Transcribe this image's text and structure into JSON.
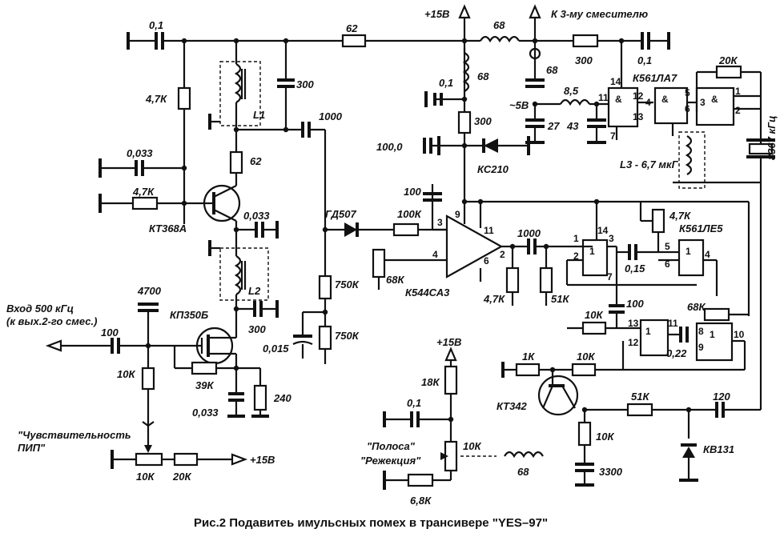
{
  "diagram": {
    "caption": "Рис.2 Подавитеь имульсных помех в трансивере \"YES–97\"",
    "supply": {
      "plus15_top": "+15В",
      "plus15_mid": "+15В",
      "plus15_left": "+15В",
      "minus5": "~5В"
    },
    "signals": {
      "to_mixer": "К 3-му смесителю",
      "input_line1": "Вход 500 кГц",
      "input_line2": "(к вых.2-го смес.)",
      "sens_line1": "\"Чувствительность",
      "sens_line2": "ПИП\"",
      "band_line1": "\"Полоса\"",
      "band_line2": "\"Режекция\""
    },
    "components": {
      "c_in_top": "0,1",
      "r_bias_top": "4,7К",
      "c_0033_a": "0,033",
      "r_47k_b": "4,7К",
      "coil_l1": "L1",
      "c_300_l1": "300",
      "r_62_top": "62",
      "r_62_em": "62",
      "c_1000_top": "1000",
      "q1": "КТ368А",
      "c_0033_b": "0,033",
      "coil_l2": "L2",
      "c_300_l2": "300",
      "q2": "КП350Б",
      "c_4700": "4700",
      "c_100_in": "100",
      "r_10k_in": "10К",
      "r_39k": "39К",
      "c_0033_c": "0,033",
      "r_240": "240",
      "pot_sens": "10К",
      "r_20k_left": "20К",
      "coil_68_top": "68",
      "coil_68_vert": "68",
      "c_68": "68",
      "c_01_mid": "0,1",
      "r_300_supply": "300",
      "r_300_out": "300",
      "c_01_out": "0,1",
      "c_1000uf": "100,0",
      "zener": "КС210",
      "c_100_amp": "100",
      "coil_85": "8,5",
      "c_27": "27",
      "c_43": "43",
      "ic_la7": "К561ЛА7",
      "r_20k_osc": "20К",
      "crystal": "8367 кГц",
      "l3": "L3 - 6,7 мкГ",
      "diode_gd": "ГД507",
      "r_750k_a": "750К",
      "r_750k_b": "750К",
      "c_0015": "0,015",
      "r_100k": "100К",
      "pot_68k": "68К",
      "opamp": "К544СА3",
      "r_47k_out": "4,7К",
      "c_1000_mid": "1000",
      "r_51k_a": "51К",
      "pot_47k": "4,7К",
      "ic_le5": "К561ЛЕ5",
      "c_015": "0,15",
      "c_100_b": "100",
      "r_10k_b": "10К",
      "pot_68k_b": "68К",
      "c_022": "0,22",
      "r_1k": "1К",
      "r_10k_c": "10К",
      "q3": "КТ342",
      "r_51k_b": "51К",
      "c_120": "120",
      "r_10k_d": "10К",
      "c_3300": "3300",
      "varicap": "КВ131",
      "r_18k": "18К",
      "c_01_bot": "0,1",
      "pot_band": "10К",
      "r_68k_bot": "6,8К",
      "coil_68_bot": "68"
    },
    "pins": [
      "14",
      "12",
      "11",
      "4",
      "5",
      "6",
      "3",
      "1",
      "2",
      "13",
      "7",
      "9",
      "11",
      "3",
      "4",
      "6",
      "2",
      "1",
      "3",
      "2",
      "14",
      "7",
      "5",
      "6",
      "4",
      "13",
      "11",
      "12",
      "8",
      "9",
      "10"
    ]
  }
}
